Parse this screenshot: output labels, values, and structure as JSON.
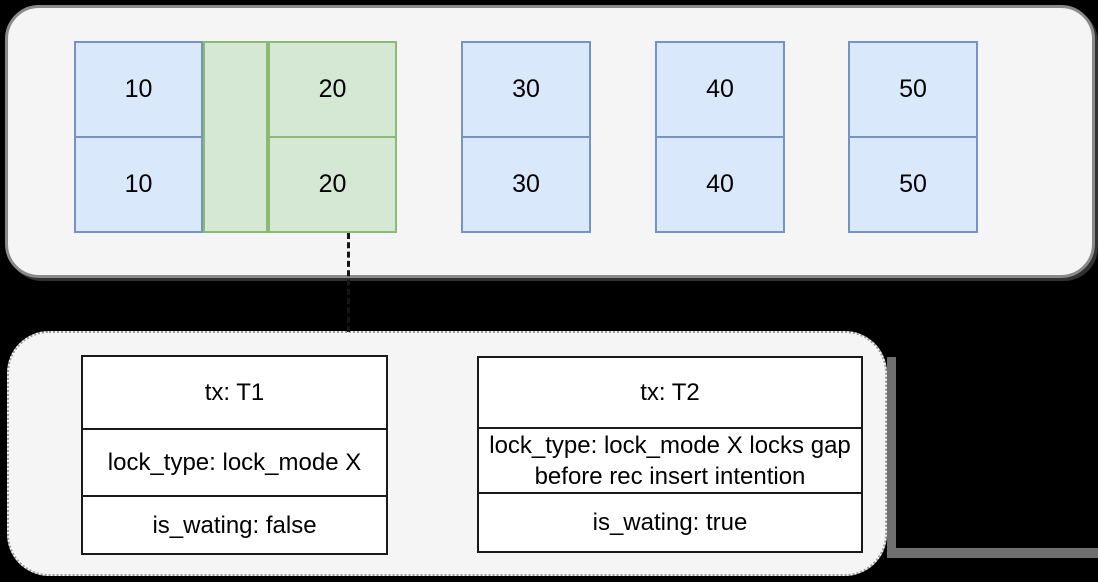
{
  "palette": {
    "canvas": "#000000",
    "panel_fill": "#f5f5f5",
    "panel_stroke": "#8a8a8a",
    "blue_fill": "#dae8fc",
    "blue_stroke": "#6c8ebf",
    "green_fill": "#d5e8d4",
    "green_stroke": "#82b366",
    "table_stroke": "#1a1a1a",
    "shadow": "#6f6f6f"
  },
  "records_panel": {
    "blocks": [
      {
        "name": "record-10",
        "style": "blue",
        "cells": [
          "10",
          "10"
        ]
      },
      {
        "name": "gap-before-20",
        "style": "green",
        "cells": []
      },
      {
        "name": "record-20",
        "style": "green",
        "cells": [
          "20",
          "20"
        ]
      },
      {
        "name": "record-30",
        "style": "blue",
        "cells": [
          "30",
          "30"
        ]
      },
      {
        "name": "record-40",
        "style": "blue",
        "cells": [
          "40",
          "40"
        ]
      },
      {
        "name": "record-50",
        "style": "blue",
        "cells": [
          "50",
          "50"
        ]
      }
    ]
  },
  "locks_panel": {
    "tables": [
      {
        "name": "lock-t1",
        "rows": [
          "tx: T1",
          "lock_type: lock_mode X",
          "is_wating: false"
        ]
      },
      {
        "name": "lock-t2",
        "rows": [
          "tx: T2",
          "lock_type: lock_mode X locks gap before rec insert intention",
          "is_wating: true"
        ]
      }
    ]
  }
}
